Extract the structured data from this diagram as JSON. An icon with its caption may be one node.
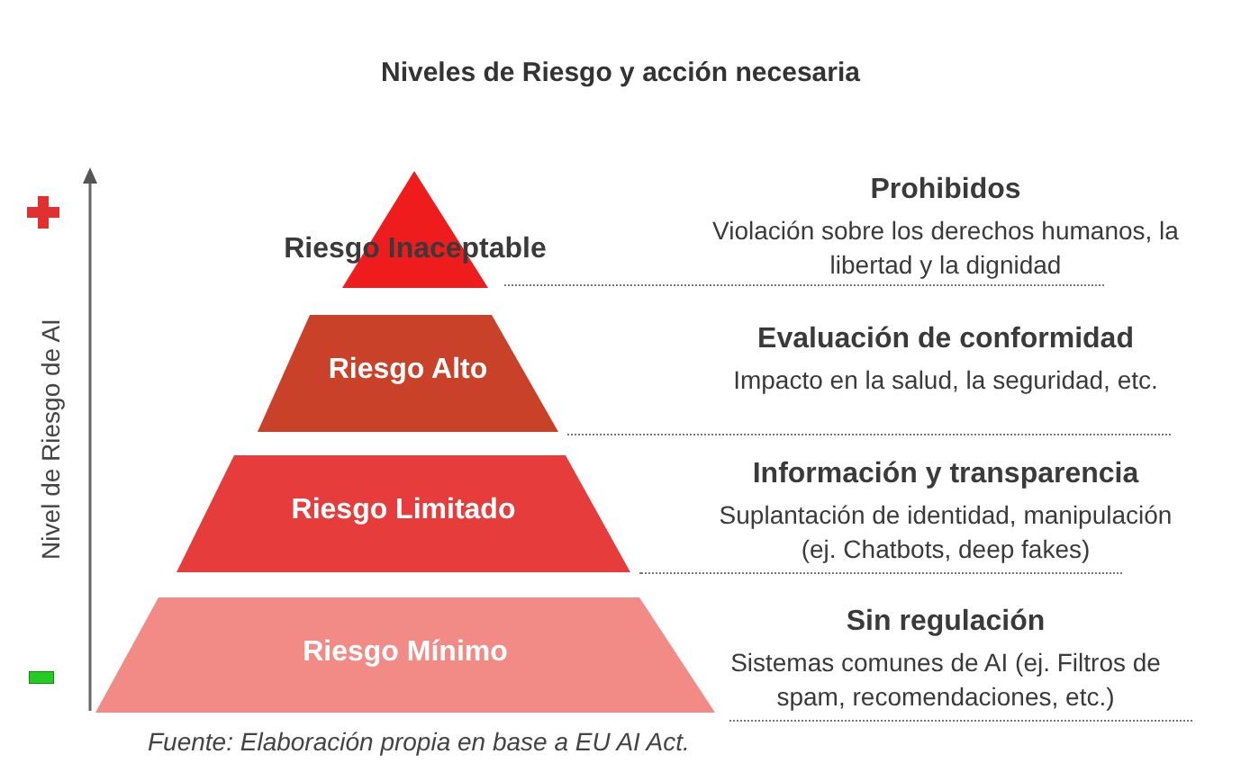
{
  "diagram": {
    "title": "Niveles de Riesgo y acción necesaria",
    "caption": "Fuente: Elaboración propia en base a EU AI Act.",
    "nodes": [
      {
        "text": [
          "Riesgo Inaceptable"
        ],
        "beside": [
          "Prohibidos",
          "Violación sobre los derechos humanos, la libertad y la dignidad"
        ]
      },
      {
        "text": [
          "Riesgo Alto"
        ],
        "beside": [
          "Evaluación de conformidad",
          "Impacto en la salud, la seguridad, etc."
        ]
      },
      {
        "text": [
          "Riesgo Limitado"
        ],
        "beside": [
          "Información y transparencia",
          "Suplantación de identidad, manipulación (ej. Chatbots, deep fakes)"
        ]
      },
      {
        "text": [
          "Riesgo Mínimo"
        ],
        "beside": [
          "Sin regulación",
          "Sistemas comunes de AI (ej. Filtros de spam, recomendaciones, etc.)"
        ]
      }
    ],
    "edges": [],
    "labels": [
      "Nivel de Riesgo de AI"
    ]
  }
}
